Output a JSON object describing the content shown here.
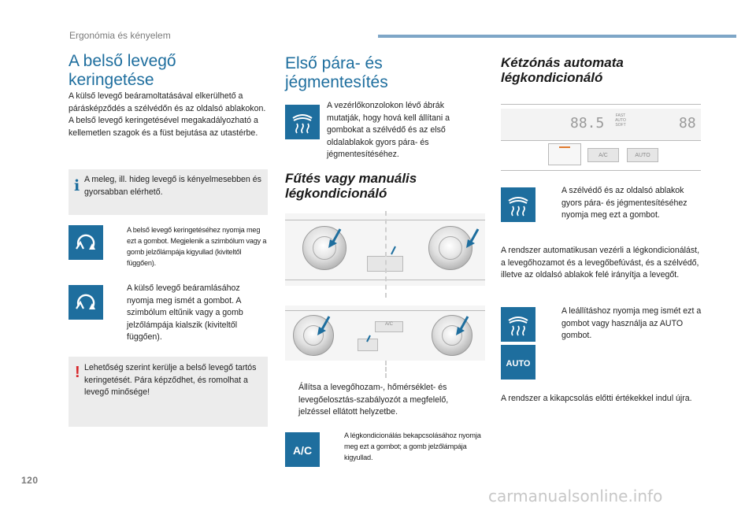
{
  "header": {
    "section": "Ergonómia és kényelem"
  },
  "page_number": "120",
  "watermark": "carmanualsonline.info",
  "col1": {
    "title": "A belső levegő keringetése",
    "paragraph": "A külső levegő beáramoltatásával elkerülhető a párásképződés a szélvédőn és az oldalsó ablakokon.\nA belső levegő keringetésével megakadályozható a kellemetlen szagok és a füst bejutása az utastérbe.",
    "info": "A meleg, ill. hideg levegő is kényelmesebben és gyorsabban elérhető.",
    "bullet1": "A belső levegő keringetéséhez nyomja meg ezt a gombot. Megjelenik a szimbólum vagy a gomb jelzőlámpája kigyullad (kiviteltől függően).",
    "bullet2": "A külső levegő beáramlásához nyomja meg ismét a gombot. A szimbólum eltűnik vagy a gomb jelzőlámpája kialszik (kiviteltől függően).",
    "warning": "Lehetőség szerint kerülje a belső levegő tartós keringetését. Pára képződhet, és romolhat a levegő minősége!"
  },
  "col2": {
    "title": "Első pára- és jégmentesítés",
    "intro": "A vezérlőkonzolokon lévő ábrák mutatják, hogy hová kell állítani a gombokat a szélvédő és az első oldalablakok gyors pára- és jégmentesítéséhez.",
    "subtitle": "Fűtés vagy manuális légkondicionáló",
    "panel1_label": "A/C",
    "bullet1": "Állítsa a levegőhozam-, hőmérséklet- és levegőelosztás-szabályozót a megfelelő, jelzéssel ellátott helyzetbe.",
    "bullet2": "A légkondicionálás bekapcsolásához nyomja meg ezt a gombot; a gomb jelzőlámpája kigyullad.",
    "ac_button": "A/C"
  },
  "col3": {
    "title": "Kétzónás automata légkondicionáló",
    "display_left": "88.5",
    "display_right": "88",
    "display_tag": "FAST AUTO SOFT",
    "panel_ac": "A/C",
    "panel_auto": "AUTO",
    "bullet1": "A szélvédő és az oldalsó ablakok gyors pára- és jégmentesítéséhez nyomja meg ezt a gombot.",
    "paragraph": "A rendszer automatikusan vezérli a légkondicionálást, a levegőhozamot és a levegőbefúvást, és a szélvédő, illetve az oldalsó ablakok felé irányítja a levegőt.",
    "bullet2": "A leállításhoz nyomja meg ismét ezt a gombot vagy használja az AUTO gombot.",
    "auto_button": "AUTO",
    "closing": "A rendszer a kikapcsolás előtti értékekkel indul újra."
  },
  "bullet_mark": "",
  "colors": {
    "accent": "#1e6e9e",
    "warning": "#d7262a",
    "box": "#ececec"
  }
}
